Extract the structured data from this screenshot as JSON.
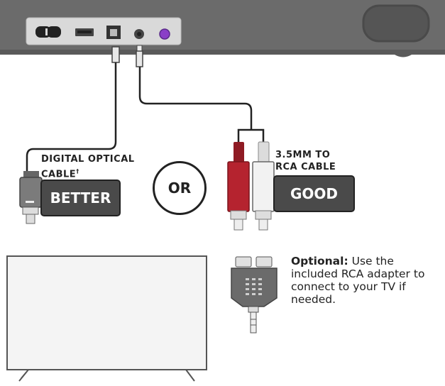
{
  "cables": {
    "optical": {
      "label_line1": "DIGITAL OPTICAL",
      "label_line2": "CABLE",
      "footnote_mark": "†",
      "rating": "BETTER"
    },
    "rca": {
      "label_line1": "3.5MM TO",
      "label_line2": "RCA CABLE",
      "rating": "GOOD"
    }
  },
  "separator": "OR",
  "adapter_note": {
    "emphasis": "Optional:",
    "text": "Use the included RCA adapter to connect to your TV if needed."
  },
  "colors": {
    "device_body": "#6b6b6b",
    "panel": "#d9d9d9",
    "badge": "#4a4a4a",
    "rca_red": "#b5232f",
    "rca_white": "#f2f2f2",
    "purple_port": "#8a3fc7",
    "tv_screen": "#f4f4f4"
  },
  "icons": [
    "power-port-icon",
    "usb-port-icon",
    "optical-port-icon",
    "aux-port-icon",
    "purple-led-icon",
    "optical-plug-icon",
    "rca-red-plug-icon",
    "rca-white-plug-icon",
    "rca-adapter-icon",
    "tv-icon"
  ]
}
